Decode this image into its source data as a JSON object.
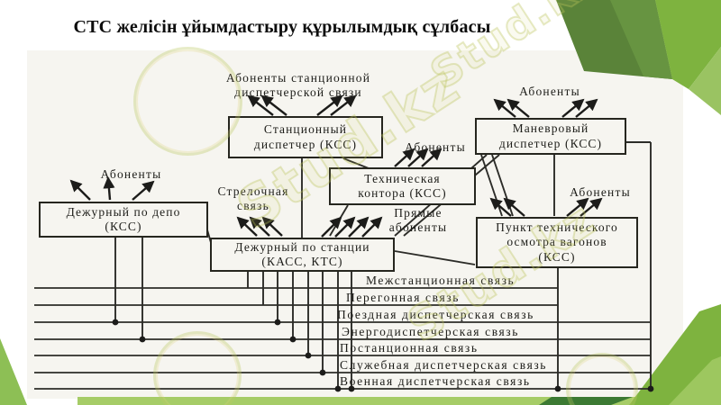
{
  "slide": {
    "title": "СТС желісін ұйымдастыру құрылымдық сұлбасы",
    "accent_colors": {
      "green_dark": "#5a8339",
      "green_bright": "#7eb33f",
      "green_light": "#a6cc67",
      "green_wedge_dark": "#3c7a33",
      "scan_background": "#f6f5f0",
      "ink": "#2c2c28",
      "watermark_tint": "#bac458"
    }
  },
  "watermark": {
    "text": "Stud.kz"
  },
  "diagram": {
    "boxes": [
      {
        "id": "depot",
        "label": "Дежурный по депо\n(КСС)"
      },
      {
        "id": "station-dispatcher",
        "label": "Станционный\nдиспетчер (КСС)"
      },
      {
        "id": "maneuver-dispatcher",
        "label": "Маневровый\nдиспетчер (КСС)"
      },
      {
        "id": "tech-office",
        "label": "Техническая\nконтора (КСС)"
      },
      {
        "id": "station-duty",
        "label": "Дежурный по станции\n(КАСС, КТС)"
      },
      {
        "id": "wagon-inspection",
        "label": "Пункт технического\nосмотра вагонов\n(КСС)"
      }
    ],
    "labels": [
      {
        "id": "subscribers-station-dispatch",
        "text": "Абоненты станционной\nдиспетчерской связи"
      },
      {
        "id": "subscribers-depot",
        "text": "Абоненты"
      },
      {
        "id": "subscribers-tech",
        "text": "Абоненты"
      },
      {
        "id": "subscribers-maneuver",
        "text": "Абоненты"
      },
      {
        "id": "subscribers-pto",
        "text": "Абоненты"
      },
      {
        "id": "switch-comm",
        "text": "Стрелочная\nсвязь"
      },
      {
        "id": "direct-subscribers",
        "text": "Прямые\nабоненты"
      }
    ],
    "bus_lines": [
      "Межстанционная связь",
      "Перегонная связь",
      "Поездная диспетчерская связь",
      "Энергодиспетчерская связь",
      "Постанционная связь",
      "Служебная диспетчерская связь",
      "Военная диспетчерская связь"
    ]
  }
}
